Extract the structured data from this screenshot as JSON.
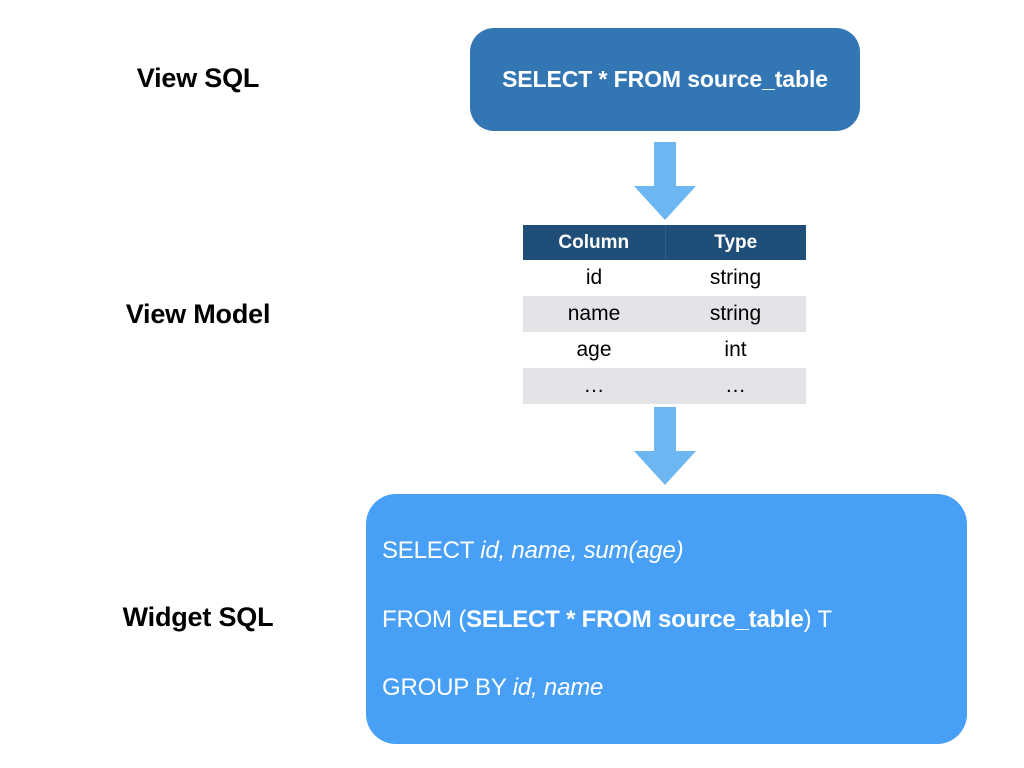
{
  "diagram": {
    "title": "View SQL to View Model to Widget SQL pipeline",
    "colors": {
      "view_sql_box": "#3376b4",
      "widget_sql_box": "#47a0f5",
      "table_header": "#1f4e79",
      "table_alt_row": "#e3e4e7",
      "arrow": "#6cb6f2",
      "label_text": "#000000",
      "box_text": "#ffffff"
    }
  },
  "stages": {
    "view_sql": {
      "label": "View SQL",
      "sql": "SELECT * FROM source_table"
    },
    "view_model": {
      "label": "View Model",
      "table": {
        "headers": [
          "Column",
          "Type"
        ],
        "rows": [
          [
            "id",
            "string"
          ],
          [
            "name",
            "string"
          ],
          [
            "age",
            "int"
          ],
          [
            "…",
            "…"
          ]
        ]
      }
    },
    "widget_sql": {
      "label": "Widget SQL",
      "lines": [
        {
          "parts": [
            {
              "text": "SELECT ",
              "style": "keyword"
            },
            {
              "text": "id, name, sum(age)",
              "style": "identifier"
            }
          ]
        },
        {
          "parts": [
            {
              "text": "FROM ",
              "style": "keyword"
            },
            {
              "text": "(",
              "style": "keyword"
            },
            {
              "text": "SELECT * FROM source_table",
              "style": "subquery"
            },
            {
              "text": ")",
              "style": "keyword"
            },
            {
              "text": " T",
              "style": "keyword"
            }
          ]
        },
        {
          "parts": [
            {
              "text": "GROUP BY ",
              "style": "keyword"
            },
            {
              "text": "id, name",
              "style": "identifier"
            }
          ]
        }
      ]
    }
  },
  "arrows": [
    {
      "name": "arrow-view-sql-to-view-model",
      "direction": "down"
    },
    {
      "name": "arrow-view-model-to-widget-sql",
      "direction": "down"
    }
  ]
}
